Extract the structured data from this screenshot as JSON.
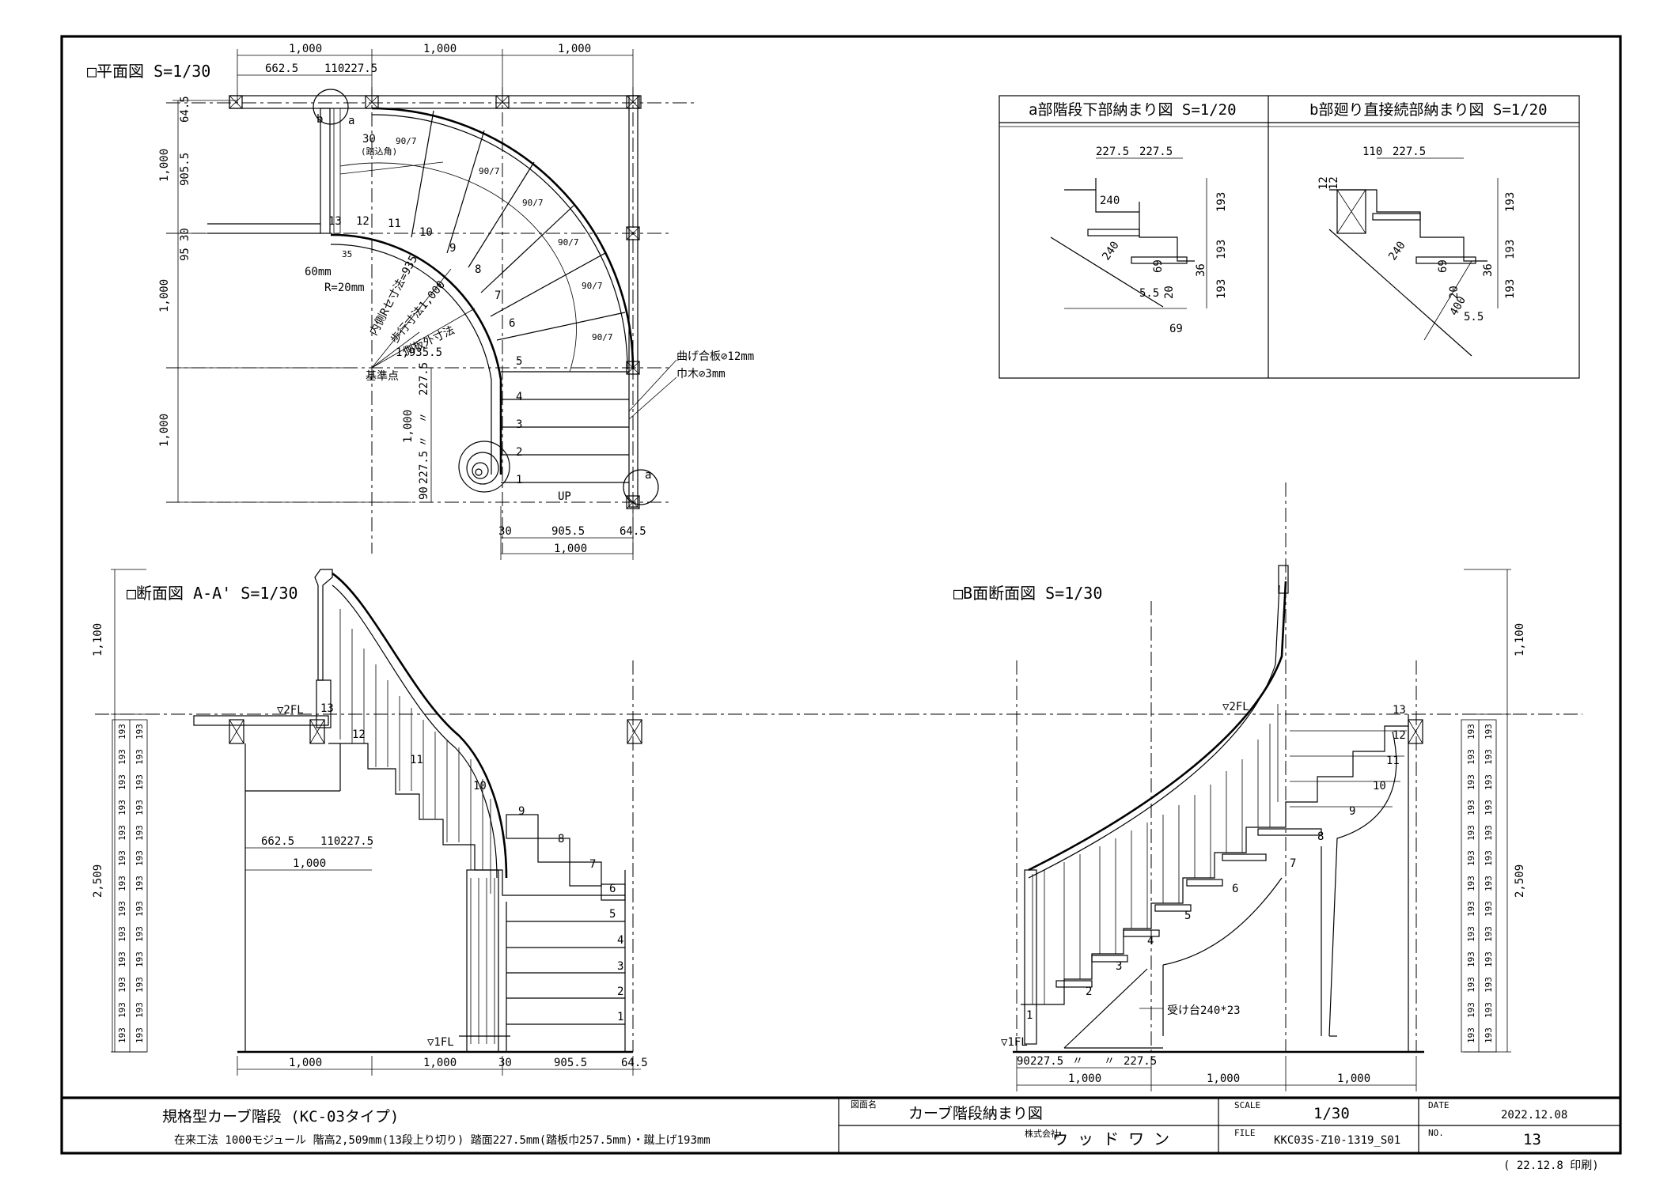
{
  "sections": {
    "plan": "□平面図 S=1/30",
    "section_aa": "□断面図 A-A' S=1/30",
    "section_b": "□B面断面図 S=1/30",
    "detail_a": "a部階段下部納まり図 S=1/20",
    "detail_b": "b部廻り直接続部納まり図 S=1/20"
  },
  "plan": {
    "dims_top": [
      "1,000",
      "1,000",
      "1,000"
    ],
    "dims_top2": [
      "662.5",
      "110",
      "227.5"
    ],
    "dims_left": [
      "64.5",
      "905.5",
      "1,000",
      "30",
      "95",
      "1,000",
      "1,000"
    ],
    "dims_bottom": [
      "30",
      "905.5",
      "64.5"
    ],
    "dim_bottom_total": "1,000",
    "dims_vertical": [
      "227.5",
      "〃",
      "1,000",
      "〃",
      "90",
      "227.5"
    ],
    "steps": [
      "1",
      "2",
      "3",
      "4",
      "5",
      "6",
      "7",
      "8",
      "9",
      "10",
      "11",
      "12",
      "13"
    ],
    "angle_labels": [
      "30",
      "(踏込角)",
      "90/7",
      "90/7",
      "90/7",
      "90/7",
      "90/7",
      "90/7"
    ],
    "notes": {
      "r60": "60mm",
      "r20": "R=20mm",
      "inner": "内側Rセ寸法=935",
      "tread": "歩行寸法1,000",
      "outer": "側板外寸法",
      "outer_val": "1,935.5",
      "base": "基準点",
      "up": "UP",
      "board": "曲げ合板⊘12mm",
      "trim": "巾木⊘3mm",
      "mark_a": "a",
      "mark_b": "b",
      "mark_a2": "a",
      "num35": "35"
    }
  },
  "detail_a": {
    "dims": [
      "227.5",
      "227.5",
      "240",
      "240",
      "69",
      "36",
      "20",
      "5.5",
      "69"
    ],
    "vert": [
      "193",
      "193",
      "193"
    ]
  },
  "detail_b": {
    "dims": [
      "110",
      "227.5",
      "12",
      "12",
      "240",
      "69",
      "36",
      "20",
      "400",
      "5.5"
    ],
    "vert": [
      "193",
      "193",
      "193"
    ]
  },
  "section_aa": {
    "level_2fl": "▽2FL",
    "level_1fl": "▽1FL",
    "dim_left_top": "1,100",
    "dim_left_total": "2,509",
    "riser": "193",
    "steps": [
      "1",
      "2",
      "3",
      "4",
      "5",
      "6",
      "7",
      "8",
      "9",
      "10",
      "11",
      "12",
      "13"
    ],
    "dims_inner": [
      "662.5",
      "110",
      "227.5",
      "1,000"
    ],
    "dims_bottom": [
      "1,000",
      "1,000",
      "30",
      "905.5",
      "64.5"
    ]
  },
  "section_b": {
    "level_2fl": "▽2FL",
    "level_1fl": "▽1FL",
    "dim_right_top": "1,100",
    "dim_right_total": "2,509",
    "riser": "193",
    "steps": [
      "1",
      "2",
      "3",
      "4",
      "5",
      "6",
      "7",
      "8",
      "9",
      "10",
      "11",
      "12",
      "13"
    ],
    "note": "受け台240*23",
    "dims_bottom": [
      "90",
      "227.5",
      "〃",
      "〃",
      "227.5"
    ],
    "dims_bottom2": [
      "1,000",
      "1,000",
      "1,000"
    ]
  },
  "title_block": {
    "line1": "規格型カーブ階段 (KC-03タイプ)",
    "line2": "在来工法 1000モジュール 階高2,509mm(13段上り切り) 踏面227.5mm(踏板巾257.5mm)・蹴上げ193mm",
    "drawing_name_label": "図面名",
    "drawing_name": "カーブ階段納まり図",
    "company_label": "株式会社",
    "company": "ウ ッ ド ワ ン",
    "scale_label": "SCALE",
    "scale": "1/30",
    "file_label": "FILE",
    "file": "KKC03S-Z10-1319_S01",
    "date_label": "DATE",
    "date": "2022.12.08",
    "no_label": "NO.",
    "no": "13",
    "printed": "( 22.12.8 印刷)"
  }
}
